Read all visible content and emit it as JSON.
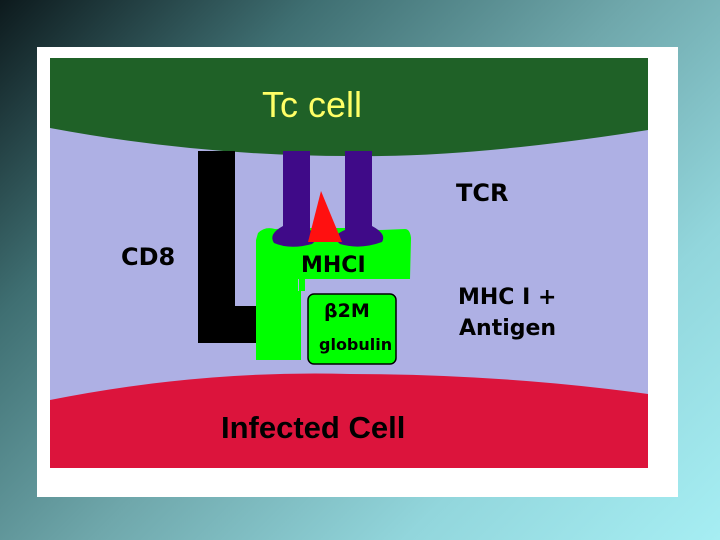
{
  "colors": {
    "medium": "#aeb0e4",
    "tc_cell": "#1f6127",
    "infected_cell": "#dc143c",
    "tcr": "#3f0a88",
    "antigen": "#ff1010",
    "mhc": "#00ff00",
    "cd8": "#000000"
  },
  "labels": {
    "tc_cell": "Tc cell",
    "infected_cell": "Infected Cell",
    "tcr": "TCR",
    "cd8": "CD8",
    "mhc": "MHCI",
    "beta2m": "β2M",
    "globulin": "globulin",
    "mhc_antigen_line1": "MHC I +",
    "mhc_antigen_line2": "Antigen"
  }
}
